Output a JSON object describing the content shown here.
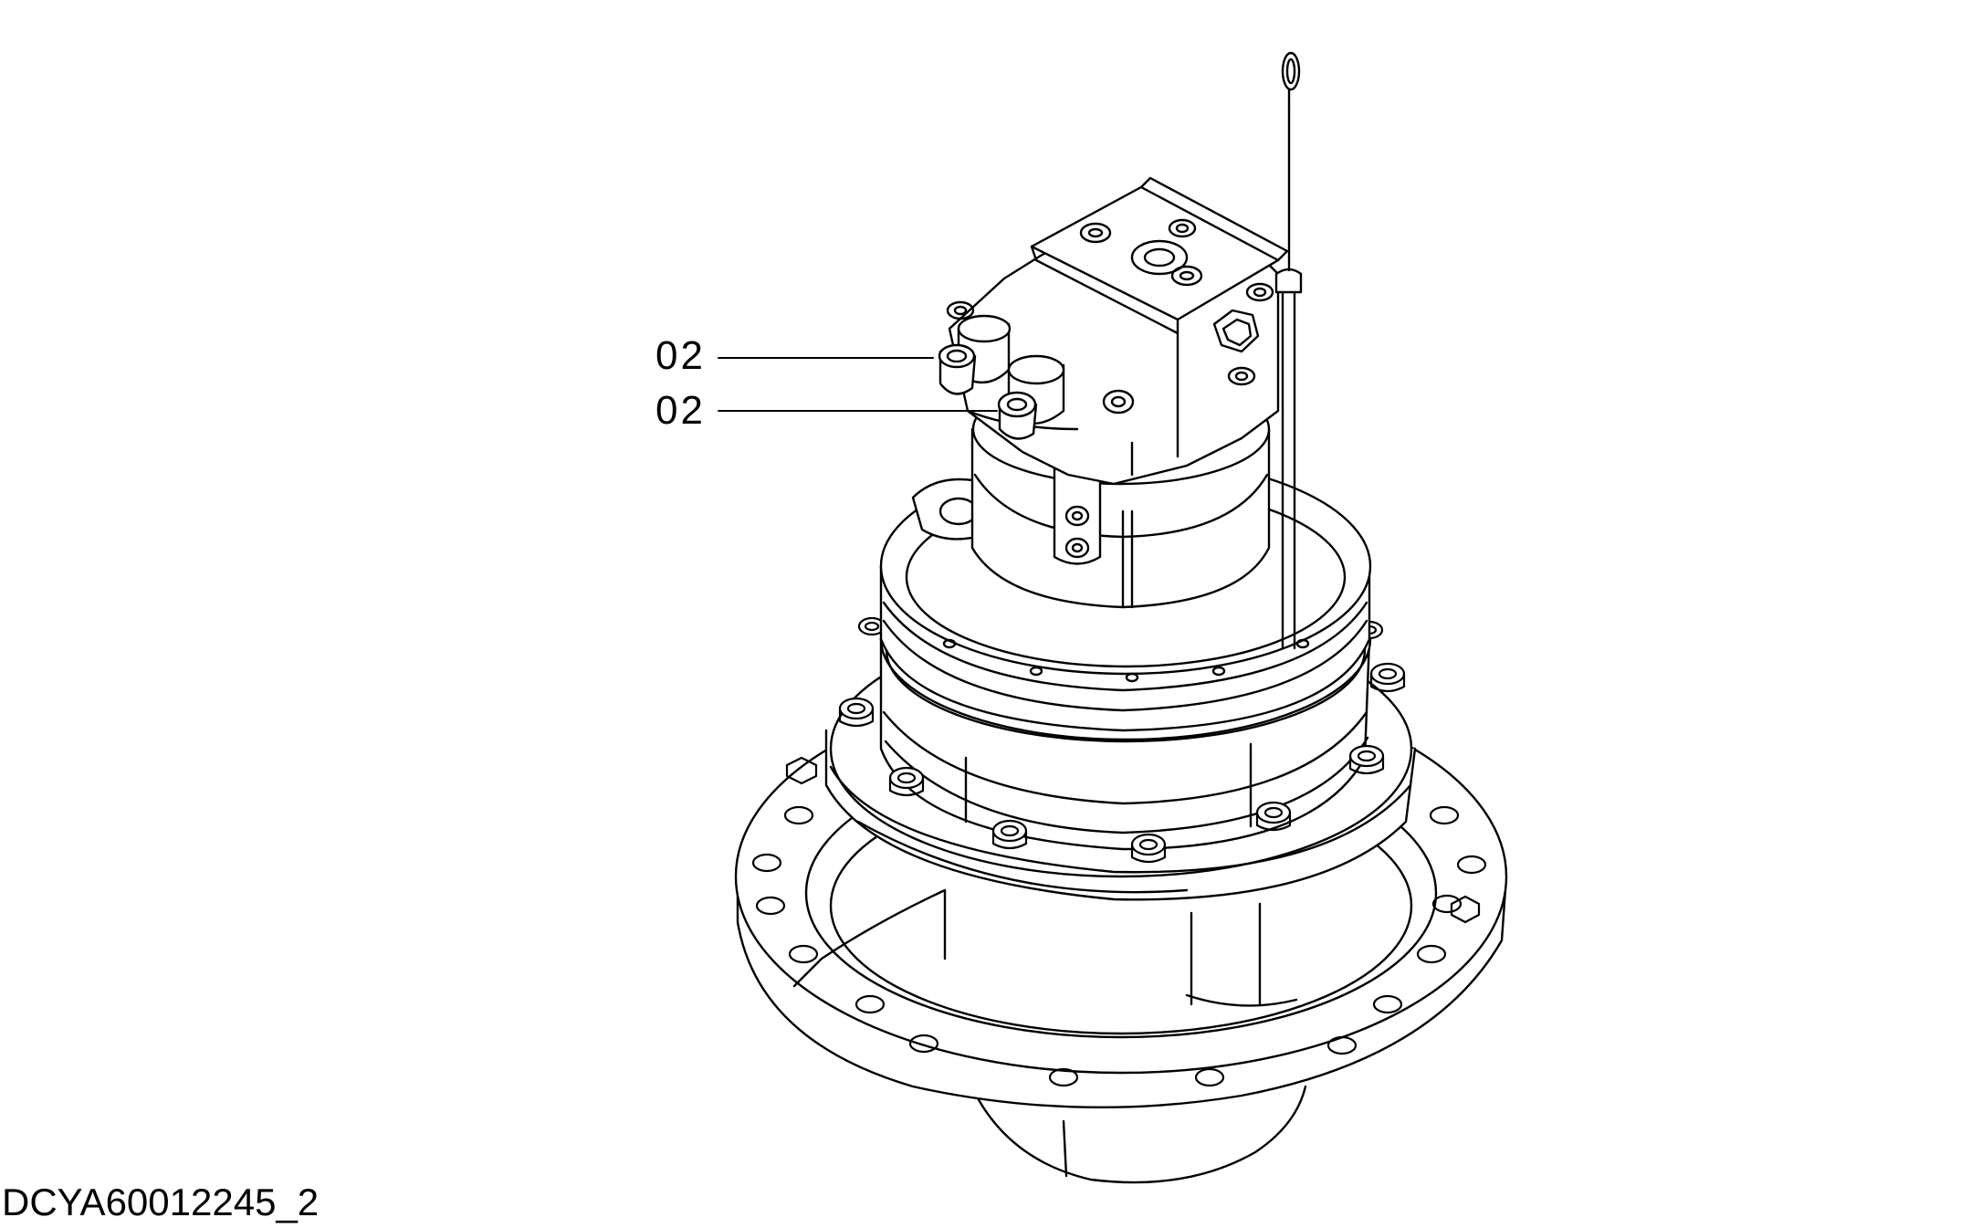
{
  "diagram": {
    "callouts": [
      {
        "label": "02"
      },
      {
        "label": "02"
      }
    ],
    "figure_id": "DCYA60012245_2"
  },
  "style": {
    "line_color": "#000000",
    "background": "#ffffff"
  }
}
